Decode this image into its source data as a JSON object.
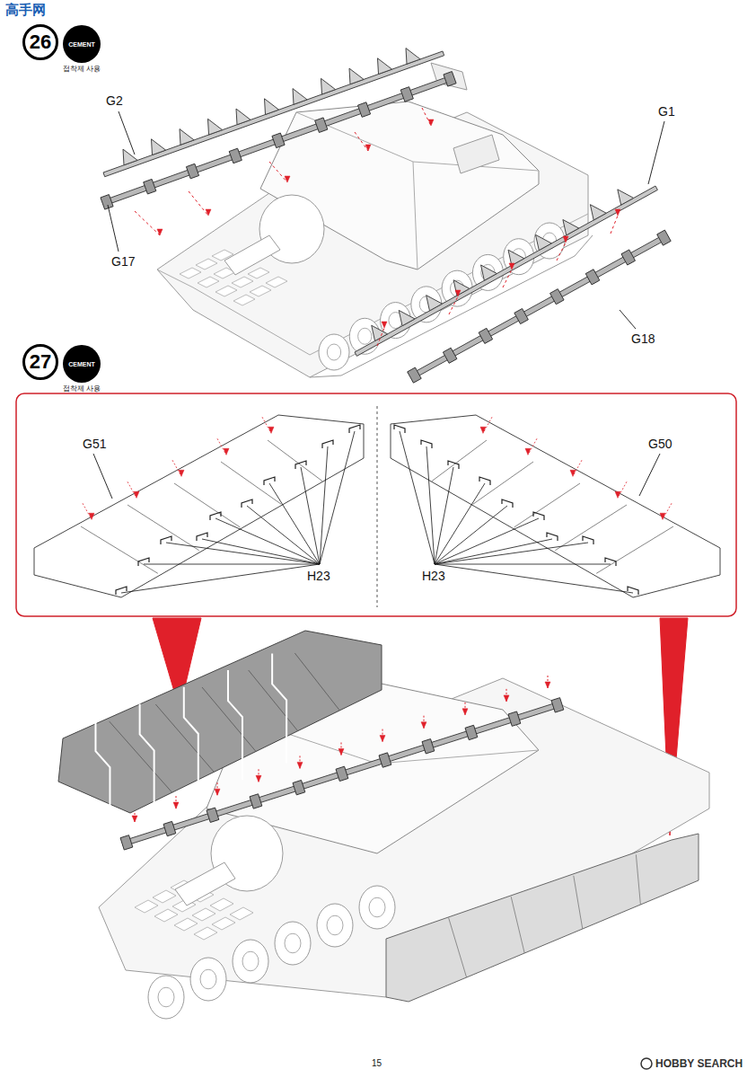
{
  "diagram": {
    "nodes": [
      {
        "text": [
          "26"
        ]
      },
      {
        "text": [
          "CEMENT",
          "접착제 사용"
        ]
      },
      {
        "text": [
          "27"
        ]
      },
      {
        "text": [
          "CEMENT",
          "접착제 사용"
        ]
      }
    ],
    "labels": [
      "高手网",
      "G2",
      "G1",
      "G17",
      "G18",
      "G51",
      "G50",
      "H23",
      "H23",
      "15",
      "HOBBY SEARCH"
    ]
  }
}
